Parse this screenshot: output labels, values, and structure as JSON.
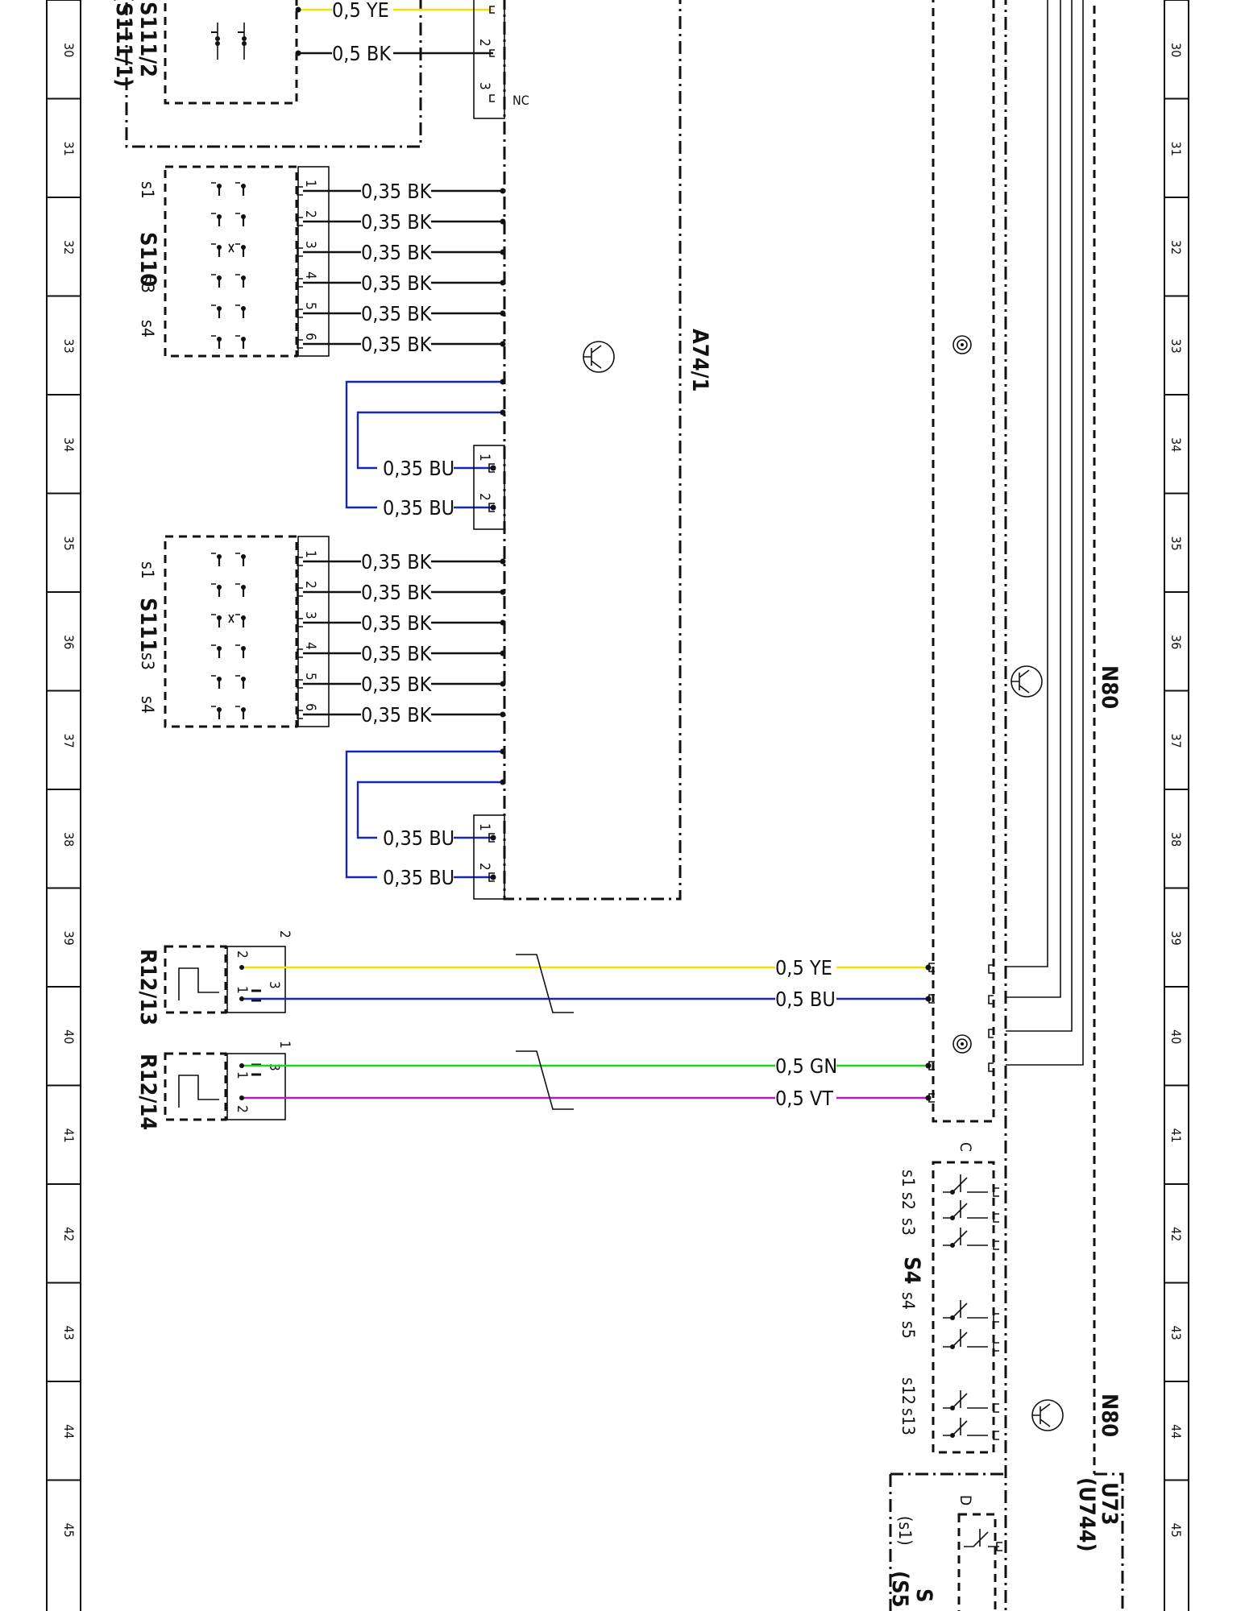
{
  "grid": {
    "rows": [
      "30",
      "31",
      "32",
      "33",
      "34",
      "35",
      "36",
      "37",
      "38",
      "39",
      "40",
      "41",
      "42",
      "43",
      "44",
      "45"
    ]
  },
  "components": {
    "a74_1": "A74/1",
    "s111_2": "S111/2",
    "s111_1": "(S111/1)",
    "s110": "S110",
    "s111": "S111",
    "r12_13": "R12/13",
    "r12_14": "R12/14",
    "n80_upper": "N80",
    "n80_lower": "N80",
    "s4": "S4",
    "u73": "U73",
    "u744": "(U744)",
    "s_partial": "S",
    "s5_partial": "(S5"
  },
  "nc_label": "NC",
  "connector_letters": {
    "c": "C",
    "d": "D"
  },
  "s111_2_wires": [
    {
      "label": "0,5 YE",
      "color": "#f2e200"
    },
    {
      "label": "0,5 BK",
      "color": "#111111"
    }
  ],
  "s110_wires": [
    {
      "pin": "1",
      "label": "0,35 BK"
    },
    {
      "pin": "2",
      "label": "0,35 BK"
    },
    {
      "pin": "3",
      "label": "0,35 BK"
    },
    {
      "pin": "4",
      "label": "0,35 BK"
    },
    {
      "pin": "5",
      "label": "0,35 BK"
    },
    {
      "pin": "6",
      "label": "0,35 BK"
    }
  ],
  "s111_wires": [
    {
      "pin": "1",
      "label": "0,35 BK"
    },
    {
      "pin": "2",
      "label": "0,35 BK"
    },
    {
      "pin": "3",
      "label": "0,35 BK"
    },
    {
      "pin": "4",
      "label": "0,35 BK"
    },
    {
      "pin": "5",
      "label": "0,35 BK"
    },
    {
      "pin": "6",
      "label": "0,35 BK"
    }
  ],
  "bus_a_wires": [
    {
      "pin": "1",
      "label": "0,35 BU"
    },
    {
      "pin": "2",
      "label": "0,35 BU"
    }
  ],
  "bus_b_wires": [
    {
      "pin": "1",
      "label": "0,35 BU"
    },
    {
      "pin": "2",
      "label": "0,35 BU"
    }
  ],
  "r12_13_wires": [
    {
      "label": "0,5 YE",
      "color": "#f2e200"
    },
    {
      "label": "0,5 BU",
      "color": "#1428b4"
    }
  ],
  "r12_14_wires": [
    {
      "label": "0,5 GN",
      "color": "#1ed21e"
    },
    {
      "label": "0,5 VT",
      "color": "#b41eb4"
    }
  ],
  "switch_labels": {
    "s110": [
      "s1",
      "s3",
      "s4"
    ],
    "s111": [
      "s1",
      "s3",
      "s4"
    ],
    "s4_group1": [
      "s1",
      "s2",
      "s3"
    ],
    "s4_group2": [
      "s4",
      "s5"
    ],
    "s4_group3": [
      "s12",
      "s13"
    ],
    "s5_partial": "(s1)"
  },
  "pins": {
    "s111_2": [
      "2",
      "3"
    ],
    "r12_13_left": [
      "2",
      "1"
    ],
    "r12_13_right": [
      "2",
      "3"
    ],
    "r12_14_left": [
      "3",
      "1",
      "2"
    ],
    "r12_14_right": [
      "1"
    ]
  },
  "colors": {
    "yellow": "#f2e200",
    "blue": "#1428b4",
    "green": "#1ed21e",
    "violet": "#b41eb4",
    "black": "#111111"
  }
}
